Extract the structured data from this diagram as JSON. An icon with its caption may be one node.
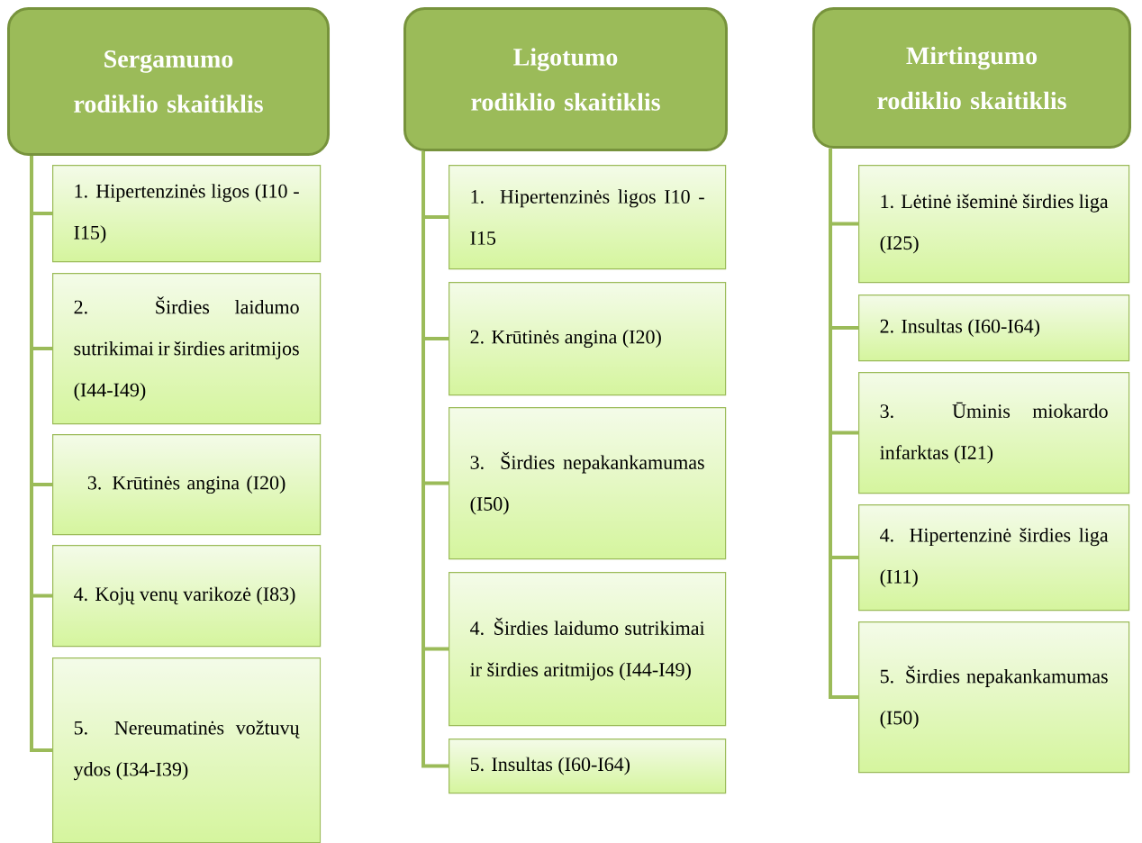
{
  "diagram": {
    "nodes": [
      {
        "text": [
          "Sergamumo rodiklio skaitiklis"
        ]
      },
      {
        "text": [
          "Ligotumo rodiklio skaitiklis"
        ]
      },
      {
        "text": [
          "Mirtingumo rodiklio skaitiklis"
        ]
      },
      {
        "text": [
          "1. Hipertenzinės ligos (I10 - I15)"
        ]
      },
      {
        "text": [
          "2. Širdies laidumo sutrikimai ir širdies aritmijos (I44-I49)"
        ]
      },
      {
        "text": [
          "3. Krūtinės angina (I20)"
        ]
      },
      {
        "text": [
          "4. Kojų venų varikozė (I83)"
        ]
      },
      {
        "text": [
          "5. Nereumatinės vožtuvų ydos (I34-I39)"
        ]
      },
      {
        "text": [
          "1. Hipertenzinės ligos I10 - I15"
        ]
      },
      {
        "text": [
          "2. Krūtinės angina (I20)"
        ]
      },
      {
        "text": [
          "3. Širdies nepakankamumas (I50)"
        ]
      },
      {
        "text": [
          "4. Širdies laidumo sutrikimai ir širdies aritmijos (I44-I49)"
        ]
      },
      {
        "text": [
          "5. Insultas (I60-I64)"
        ]
      },
      {
        "text": [
          "1. Lėtinė išeminė širdies liga (I25)"
        ]
      },
      {
        "text": [
          "2. Insultas (I60-I64)"
        ]
      },
      {
        "text": [
          "3. Ūminis miokardo infarktas (I21)"
        ]
      },
      {
        "text": [
          "4. Hipertenzinė širdies liga (I11)"
        ]
      },
      {
        "text": [
          "5. Širdies nepakankamumas (I50)"
        ]
      }
    ],
    "edges": [
      {
        "from": 0,
        "to": 3,
        "arrow": "none"
      },
      {
        "from": 0,
        "to": 4,
        "arrow": "none"
      },
      {
        "from": 0,
        "to": 5,
        "arrow": "none"
      },
      {
        "from": 0,
        "to": 6,
        "arrow": "none"
      },
      {
        "from": 0,
        "to": 7,
        "arrow": "none"
      },
      {
        "from": 1,
        "to": 8,
        "arrow": "none"
      },
      {
        "from": 1,
        "to": 9,
        "arrow": "none"
      },
      {
        "from": 1,
        "to": 10,
        "arrow": "none"
      },
      {
        "from": 1,
        "to": 11,
        "arrow": "none"
      },
      {
        "from": 1,
        "to": 12,
        "arrow": "none"
      },
      {
        "from": 2,
        "to": 13,
        "arrow": "none"
      },
      {
        "from": 2,
        "to": 14,
        "arrow": "none"
      },
      {
        "from": 2,
        "to": 15,
        "arrow": "none"
      },
      {
        "from": 2,
        "to": 16,
        "arrow": "none"
      },
      {
        "from": 2,
        "to": 17,
        "arrow": "none"
      }
    ]
  }
}
